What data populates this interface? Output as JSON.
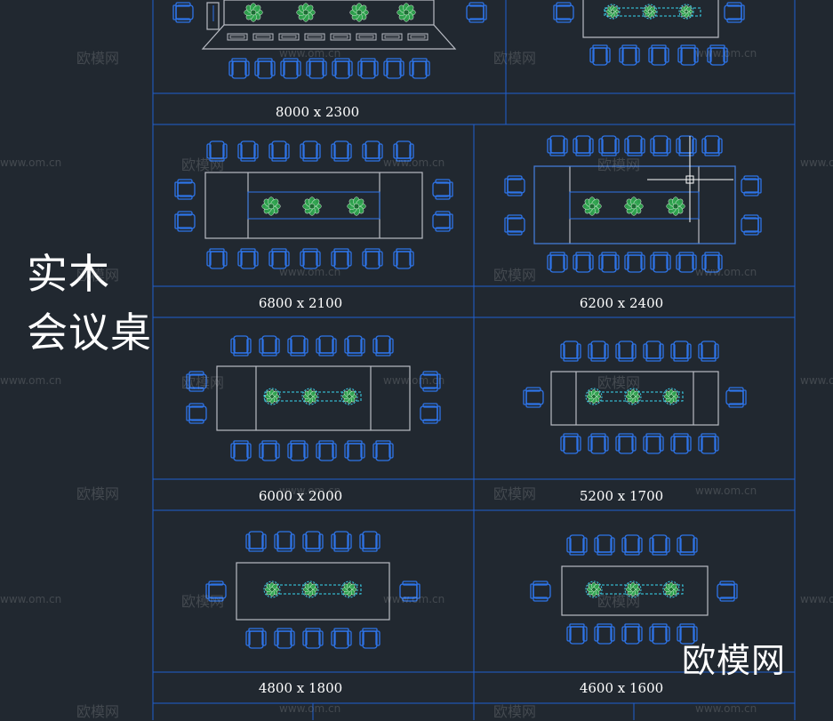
{
  "colors": {
    "background": "#212830",
    "grid_line": "#1f5fd0",
    "chair": "#2e74e8",
    "table": "#b9bcc4",
    "plant": "#2fa84f",
    "cyan": "#39d7f0",
    "text": "#ffffff"
  },
  "side_title": {
    "line1": "实木",
    "line2": "会议桌"
  },
  "tables": [
    {
      "label": "8000 x 2300"
    },
    {
      "label": ""
    },
    {
      "label": "6800 x 2100"
    },
    {
      "label": "6200 x 2400"
    },
    {
      "label": "6000 x 2000"
    },
    {
      "label": "5200 x 1700"
    },
    {
      "label": "4800 x 1800"
    },
    {
      "label": "4600 x 1600"
    }
  ],
  "watermark": {
    "brand": "欧模网",
    "url": "www.om.cn"
  },
  "logo": "欧模网"
}
